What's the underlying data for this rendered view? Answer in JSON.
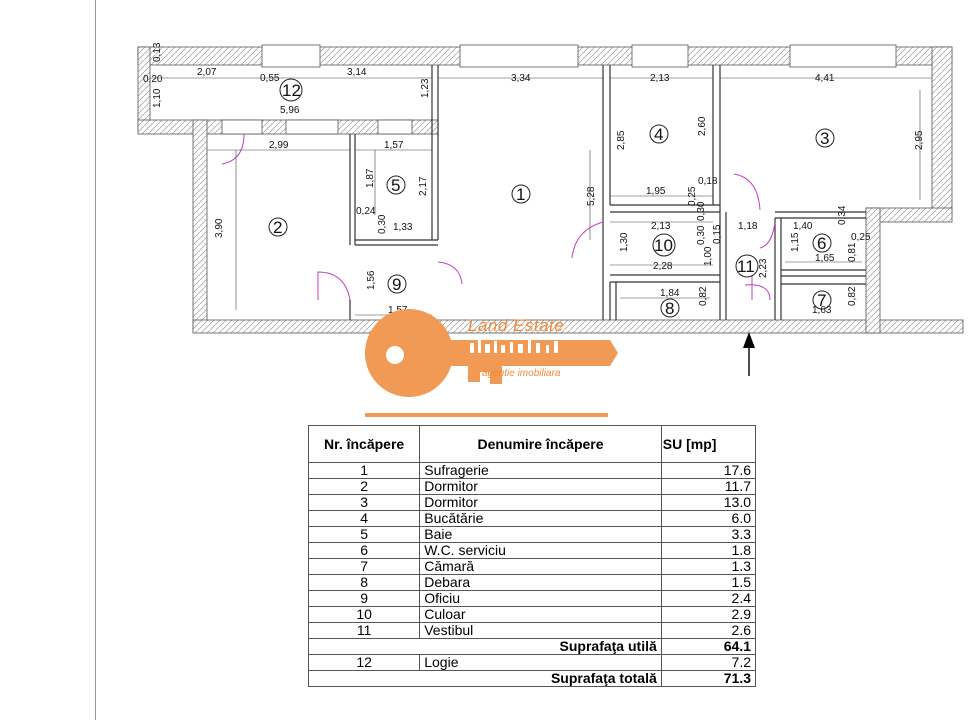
{
  "plan": {
    "rooms": [
      "1",
      "2",
      "3",
      "4",
      "5",
      "6",
      "7",
      "8",
      "9",
      "10",
      "11",
      "12"
    ],
    "dimensions": [
      "0,13",
      "0,20",
      "2,07",
      "0,55",
      "3,14",
      "1,10",
      "1,23",
      "5,96",
      "3,34",
      "2,13",
      "4,41",
      "2,99",
      "1,57",
      "2,85",
      "2,60",
      "2,95",
      "1,87",
      "2,17",
      "5,28",
      "1,95",
      "0,18",
      "0,25",
      "0,30",
      "0,24",
      "0,30",
      "1,33",
      "2,13",
      "0,30",
      "1,18",
      "1,40",
      "0,34",
      "1,15",
      "0,15",
      "3,90",
      "1,30",
      "2,28",
      "1,00",
      "2,23",
      "1,65",
      "0,81",
      "0,25",
      "1,56",
      "1,57",
      "1,84",
      "0,82",
      "1,63",
      "0,82"
    ]
  },
  "logo": {
    "name": "Land Estate",
    "tagline": "agentie imobiliara"
  },
  "table": {
    "headers": {
      "nr": "Nr. încăpere",
      "name": "Denumire încăpere",
      "su": "SU [mp]"
    },
    "rows": [
      {
        "nr": "1",
        "name": "Sufragerie",
        "su": "17.6"
      },
      {
        "nr": "2",
        "name": "Dormitor",
        "su": "11.7"
      },
      {
        "nr": "3",
        "name": "Dormitor",
        "su": "13.0"
      },
      {
        "nr": "4",
        "name": "Bucătărie",
        "su": "6.0"
      },
      {
        "nr": "5",
        "name": "Baie",
        "su": "3.3"
      },
      {
        "nr": "6",
        "name": "W.C. serviciu",
        "su": "1.8"
      },
      {
        "nr": "7",
        "name": "Cămară",
        "su": "1.3"
      },
      {
        "nr": "8",
        "name": "Debara",
        "su": "1.5"
      },
      {
        "nr": "9",
        "name": "Oficiu",
        "su": "2.4"
      },
      {
        "nr": "10",
        "name": "Culoar",
        "su": "2.9"
      },
      {
        "nr": "11",
        "name": "Vestibul",
        "su": "2.6"
      }
    ],
    "util_label": "Suprafaţa utilă",
    "util_value": "64.1",
    "logie": {
      "nr": "12",
      "name": "Logie",
      "su": "7.2"
    },
    "total_label": "Suprafaţa totală",
    "total_value": "71.3"
  }
}
